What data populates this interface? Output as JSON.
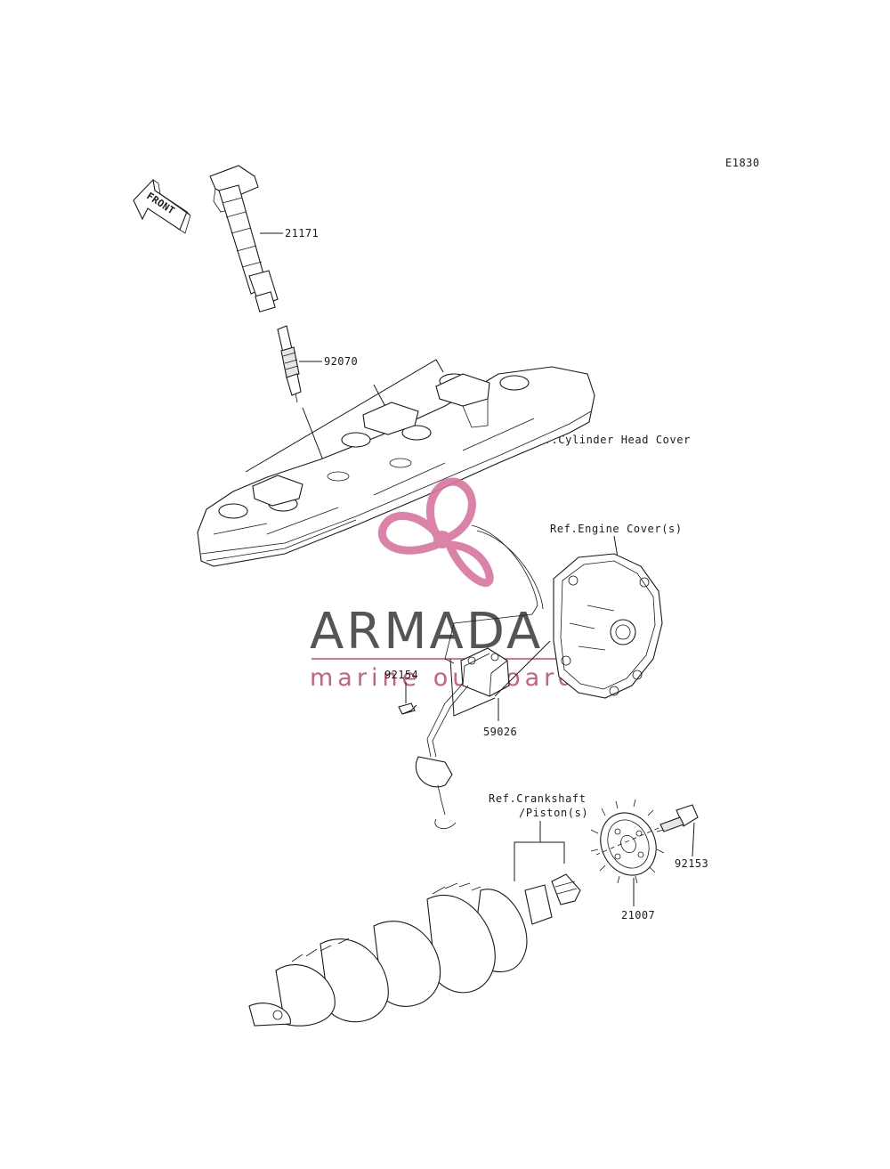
{
  "diagram": {
    "code": "E1830",
    "front_label": "FRONT"
  },
  "parts": {
    "ignition_coil": "21171",
    "spark_plug": "92070",
    "bolt_sensor": "92154",
    "pickup_coil": "59026",
    "rotor_bolt": "92153",
    "timing_rotor": "21007"
  },
  "references": {
    "cylinder_head_cover": "Ref.Cylinder Head Cover",
    "engine_cover": "Ref.Engine Cover(s)",
    "crankshaft_line1": "Ref.Crankshaft",
    "crankshaft_line2": "/Piston(s)"
  },
  "watermark": {
    "name": "ARMADA",
    "tagline": "marine outboards",
    "colors": {
      "logo_pink": "#d9749e",
      "name_gray": "#555555",
      "tag_pink": "#c8607f"
    }
  }
}
